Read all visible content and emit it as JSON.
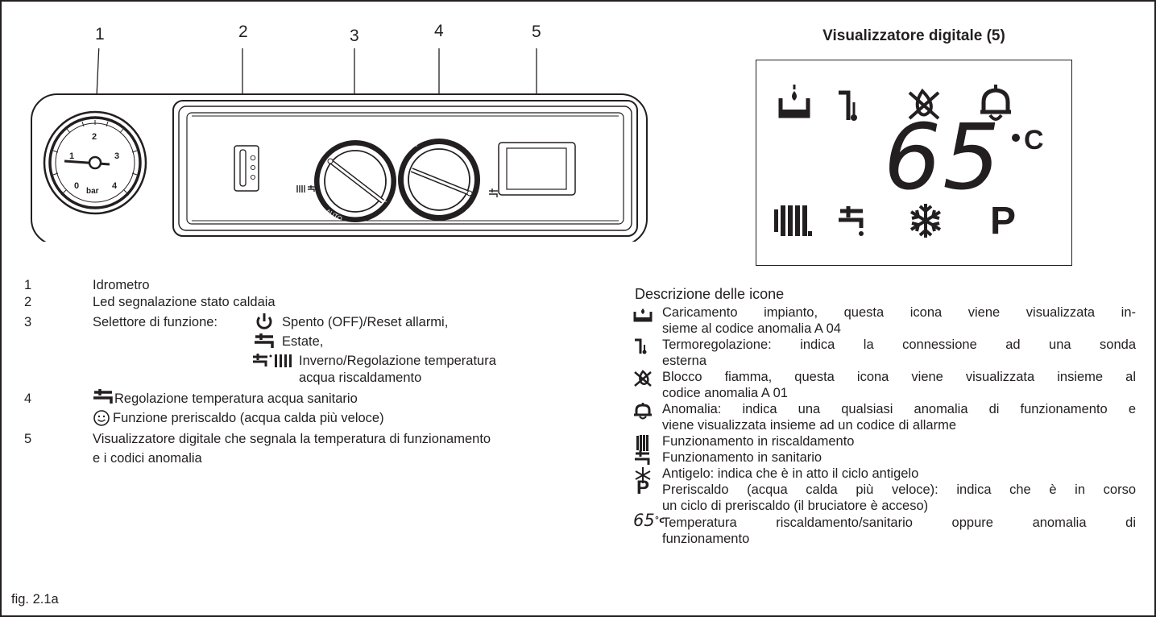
{
  "callouts": [
    "1",
    "2",
    "3",
    "4",
    "5"
  ],
  "gauge": {
    "unit_label": "bar",
    "scale": [
      "0",
      "1",
      "2",
      "3",
      "4"
    ]
  },
  "panel": {
    "selector_mark": "AUTO",
    "heat_icon": "radiator-tap-icon",
    "dhw_icon": "tap-icon"
  },
  "display": {
    "title": "Visualizzatore digitale (5)",
    "temperature": "65",
    "unit": "°C",
    "p_symbol": "P",
    "top_icons": [
      "system-fill-icon",
      "outdoor-probe-icon",
      "flame-block-icon",
      "alarm-bell-icon"
    ],
    "bottom_icons": [
      "radiator-icon",
      "tap-icon",
      "snowflake-icon",
      "p-icon"
    ]
  },
  "legend": {
    "items": [
      {
        "num": "1",
        "text": "Idrometro"
      },
      {
        "num": "2",
        "text": "Led segnalazione stato caldaia"
      },
      {
        "num": "3",
        "text": "Selettore di funzione:"
      },
      {
        "num": "4",
        "text": "Regolazione temperatura acqua sanitario"
      },
      {
        "num": "5",
        "text": "Visualizzatore digitale che segnala la temperatura di funzionamento"
      }
    ],
    "selector_off": "Spento (OFF)/Reset allarmi,",
    "selector_summer": "Estate,",
    "selector_winter_1": "Inverno/Regolazione temperatura",
    "selector_winter_2": "acqua riscaldamento",
    "preheat": "Funzione preriscaldo (acqua calda più veloce)",
    "item5_line2": "e i codici anomalia"
  },
  "icons_section": {
    "heading": "Descrizione delle icone",
    "lines": [
      "Caricamento impianto, questa icona viene visualizzata in-",
      "sieme al codice anomalia A 04",
      "Termoregolazione: indica la connessione ad una sonda",
      "esterna",
      "Blocco fiamma, questa icona viene visualizzata insieme al",
      "codice anomalia A 01",
      "Anomalia: indica una qualsiasi anomalia di funzionamento e",
      "viene visualizzata  insieme ad un codice di allarme",
      "Funzionamento in riscaldamento",
      "Funzionamento in sanitario",
      "Antigelo: indica che è in atto il ciclo antigelo",
      "Preriscaldo (acqua calda più veloce): indica che è in corso",
      "un ciclo di preriscaldo (il bruciatore è acceso)",
      "Temperatura riscaldamento/sanitario oppure anomalia di",
      "funzionamento"
    ],
    "temp_icon_text": "65",
    "temp_icon_unit": "°c"
  },
  "fig_label": "fig. 2.1a"
}
